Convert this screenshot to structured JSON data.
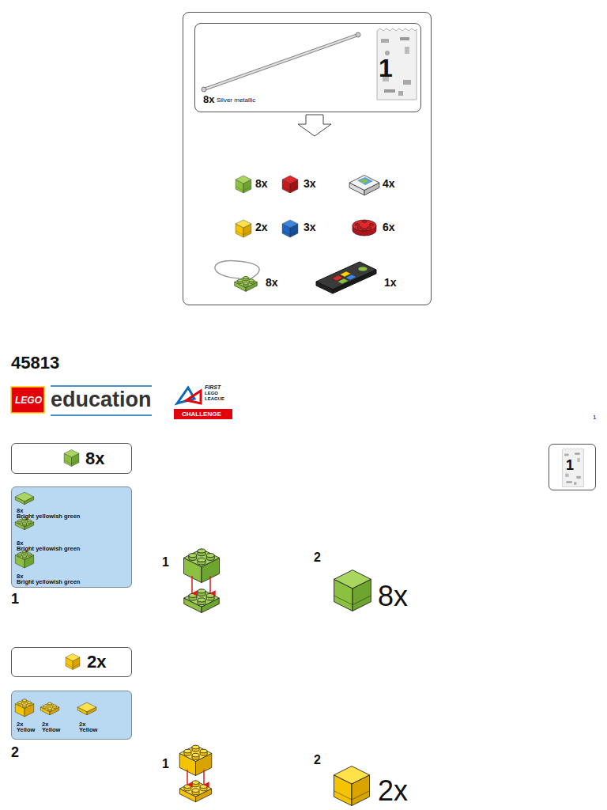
{
  "diagram": {
    "title": "45813",
    "nodes": [
      {
        "text": [
          "8x",
          "3x",
          "4x",
          "2x",
          "3x",
          "6x",
          "8x",
          "1x"
        ]
      },
      {
        "text": [
          "8x",
          "Silver metallic",
          "1"
        ],
        "in": 0
      },
      {
        "text": [
          "8x"
        ]
      },
      {
        "text": [
          "1"
        ]
      },
      {
        "text": [
          "8x",
          "Bright yellowish green",
          "8x",
          "Bright yellowish green",
          "8x",
          "Bright yellowish green"
        ]
      },
      {
        "text": [
          "2x"
        ]
      },
      {
        "text": [
          "2x",
          "Yellow",
          "2x",
          "Yellow",
          "2x",
          "Yellow"
        ]
      }
    ],
    "labels": [
      "LEGO",
      "education",
      "FIRST",
      "LEGO",
      "LEAGUE",
      "CHALLENGE",
      "1",
      "1",
      "1",
      "2",
      "8x",
      "2",
      "1",
      "2",
      "2x"
    ]
  }
}
